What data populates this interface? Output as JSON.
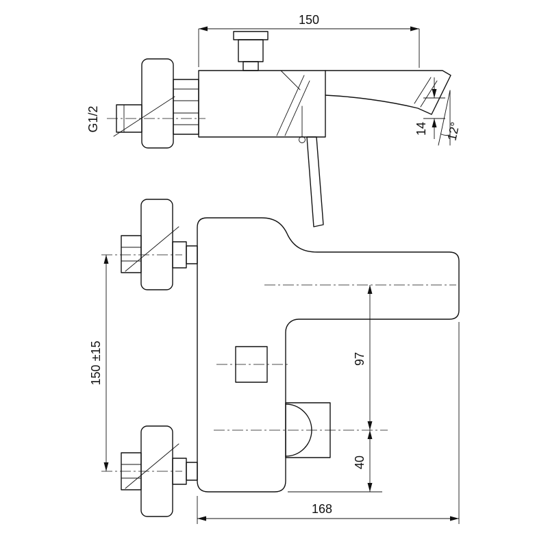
{
  "dimensions": {
    "spout_reach": "150",
    "spout_drop": "14",
    "spout_angle": "12°",
    "connection_spacing": "150 ±15",
    "axis_to_handle": "97",
    "handle_to_bottom": "40",
    "overall_depth": "168"
  },
  "labels": {
    "thread_size": "G1/2"
  },
  "colors": {
    "line": "#111111",
    "background": "#ffffff"
  }
}
